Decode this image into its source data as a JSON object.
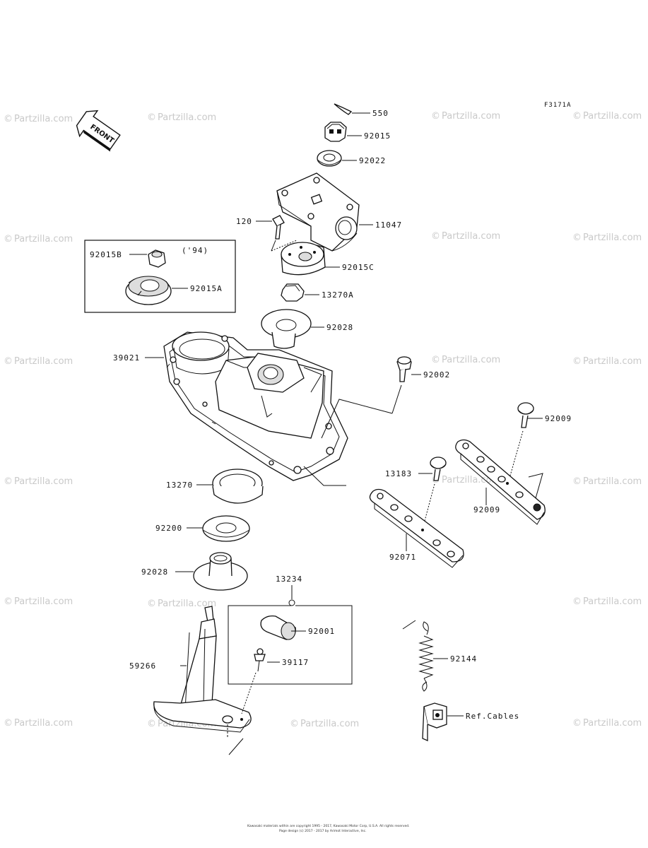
{
  "diagram_code": "F3171A",
  "front_arrow": {
    "label": "FRONT",
    "icon": "front-arrow-icon"
  },
  "inset_note": "('94)",
  "watermark": "Partzilla.com",
  "watermark_symbol": "©",
  "copyright_line1": "Kawasaki materials within are copyright 1995 - 2017, Kawasaki Motor Corp, U.S.A. All rights reserved.",
  "copyright_line2": "Page design (c) 2017 - 2017 by Arimot Interactive, Inc.",
  "callouts": [
    {
      "id": "c550",
      "label": "550"
    },
    {
      "id": "c92015",
      "label": "92015"
    },
    {
      "id": "c92022",
      "label": "92022"
    },
    {
      "id": "c11047",
      "label": "11047"
    },
    {
      "id": "c120",
      "label": "120"
    },
    {
      "id": "c92015C",
      "label": "92015C"
    },
    {
      "id": "c92015B",
      "label": "92015B"
    },
    {
      "id": "c92015A",
      "label": "92015A"
    },
    {
      "id": "c13270A",
      "label": "13270A"
    },
    {
      "id": "c92028a",
      "label": "92028"
    },
    {
      "id": "c39021",
      "label": "39021"
    },
    {
      "id": "c92002",
      "label": "92002"
    },
    {
      "id": "c92009a",
      "label": "92009"
    },
    {
      "id": "c92009b",
      "label": "92009"
    },
    {
      "id": "c13183",
      "label": "13183"
    },
    {
      "id": "c92071",
      "label": "92071"
    },
    {
      "id": "c13270",
      "label": "13270"
    },
    {
      "id": "c92200",
      "label": "92200"
    },
    {
      "id": "c92028b",
      "label": "92028"
    },
    {
      "id": "c59266",
      "label": "59266"
    },
    {
      "id": "c13234",
      "label": "13234"
    },
    {
      "id": "c92001",
      "label": "92001"
    },
    {
      "id": "c39117",
      "label": "39117"
    },
    {
      "id": "c92144",
      "label": "92144"
    },
    {
      "id": "cRef",
      "label": "Ref.Cables"
    }
  ]
}
